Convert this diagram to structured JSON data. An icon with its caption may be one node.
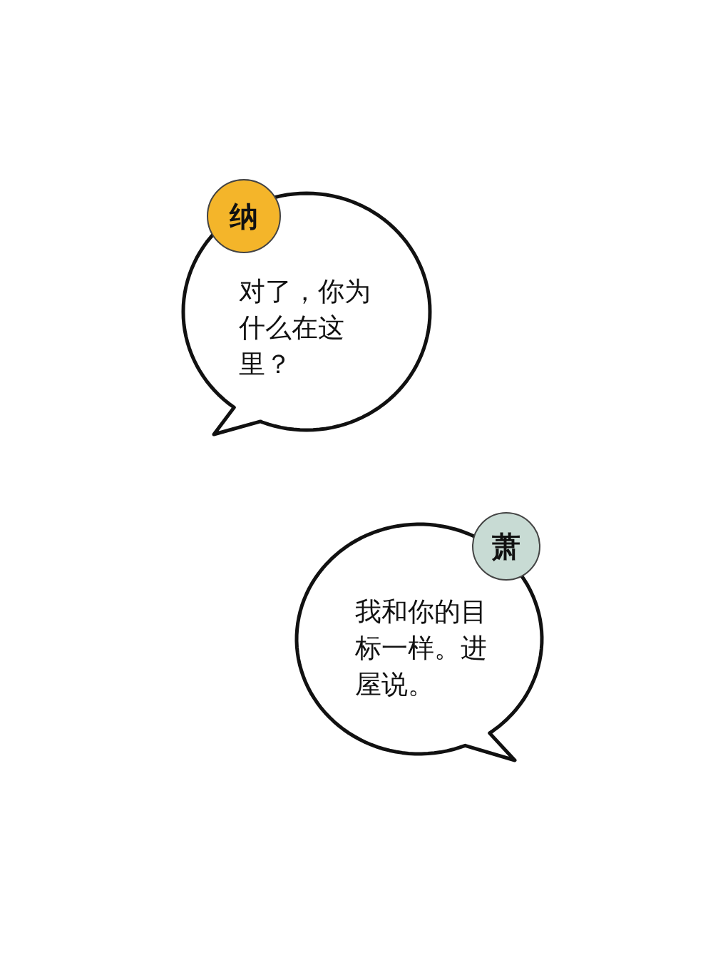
{
  "diagram": {
    "nodes": [
      {
        "text": [
          "纳"
        ]
      },
      {
        "text": [
          "对了，你为什么在这里？"
        ]
      },
      {
        "text": [
          "萧"
        ]
      },
      {
        "text": [
          "我和你的目标一样。进屋说。"
        ]
      }
    ]
  }
}
